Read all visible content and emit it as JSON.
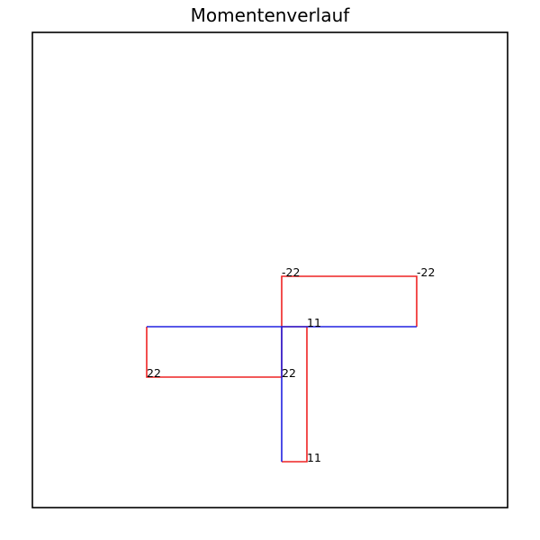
{
  "title": "Momentenverlauf",
  "colors": {
    "structure": "#2020e0",
    "moment": "#ee2222",
    "frame": "#000000",
    "background": "#ffffff"
  },
  "diagram": {
    "structure_members": [
      {
        "name": "beam-member-left",
        "from": [
          -6,
          0
        ],
        "to": [
          0,
          0
        ]
      },
      {
        "name": "beam-member-right",
        "from": [
          0,
          0
        ],
        "to": [
          6,
          0
        ]
      },
      {
        "name": "column-member",
        "from": [
          0,
          0
        ],
        "to": [
          0,
          -6
        ]
      }
    ],
    "moment_regions": [
      {
        "name": "moment-region-left-beam",
        "points": [
          [
            -6,
            0
          ],
          [
            -6,
            -2.24
          ],
          [
            0,
            -2.24
          ],
          [
            0,
            0
          ]
        ]
      },
      {
        "name": "moment-region-right-beam",
        "points": [
          [
            0,
            0
          ],
          [
            0,
            2.24
          ],
          [
            6,
            2.24
          ],
          [
            6,
            0
          ]
        ]
      },
      {
        "name": "moment-region-column",
        "points": [
          [
            0,
            0
          ],
          [
            1.12,
            0
          ],
          [
            1.12,
            -6
          ],
          [
            0,
            -6
          ]
        ]
      }
    ],
    "moment_labels": [
      {
        "name": "moment-label-right-beam-start",
        "text": "-22",
        "at": [
          0,
          2.24
        ]
      },
      {
        "name": "moment-label-right-beam-end",
        "text": "-22",
        "at": [
          6,
          2.24
        ]
      },
      {
        "name": "moment-label-column-top",
        "text": "11",
        "at": [
          1.12,
          0
        ]
      },
      {
        "name": "moment-label-left-beam-end",
        "text": "22",
        "at": [
          -6,
          -2.24
        ]
      },
      {
        "name": "moment-label-left-beam-start",
        "text": "22",
        "at": [
          0,
          -2.24
        ]
      },
      {
        "name": "moment-label-column-bottom",
        "text": "11",
        "at": [
          1.12,
          -6
        ]
      }
    ]
  }
}
